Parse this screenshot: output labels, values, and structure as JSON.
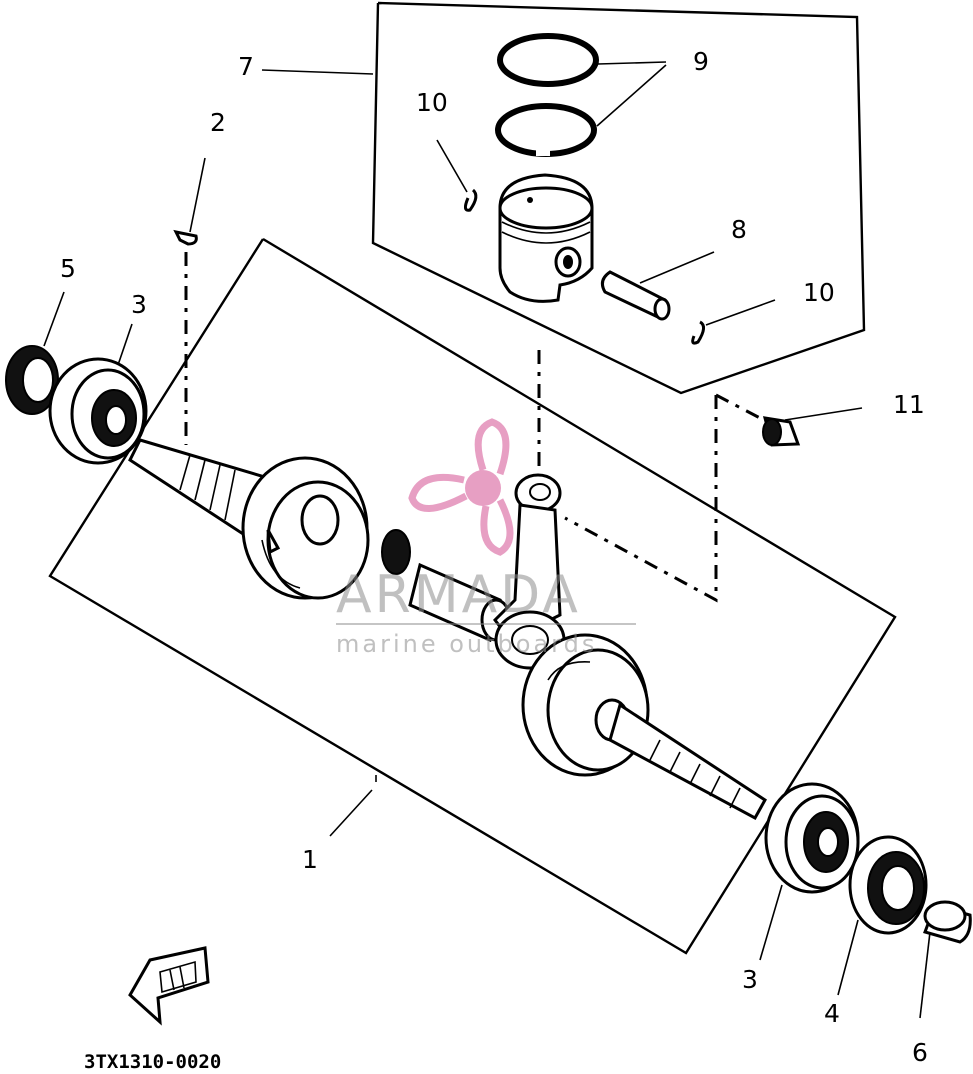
{
  "diagram": {
    "callouts": [
      {
        "id": "c1",
        "text": "1"
      },
      {
        "id": "c2",
        "text": "2"
      },
      {
        "id": "c3a",
        "text": "3"
      },
      {
        "id": "c3b",
        "text": "3"
      },
      {
        "id": "c4",
        "text": "4"
      },
      {
        "id": "c5",
        "text": "5"
      },
      {
        "id": "c6",
        "text": "6"
      },
      {
        "id": "c7",
        "text": "7"
      },
      {
        "id": "c8",
        "text": "8"
      },
      {
        "id": "c9",
        "text": "9"
      },
      {
        "id": "c10a",
        "text": "10"
      },
      {
        "id": "c10b",
        "text": "10"
      },
      {
        "id": "c11",
        "text": "11"
      }
    ],
    "drawing_code": "3TX1310-0020",
    "watermark": {
      "brand": "ARMADA",
      "tagline": "marine outboards",
      "color": "#e07fb0"
    }
  }
}
